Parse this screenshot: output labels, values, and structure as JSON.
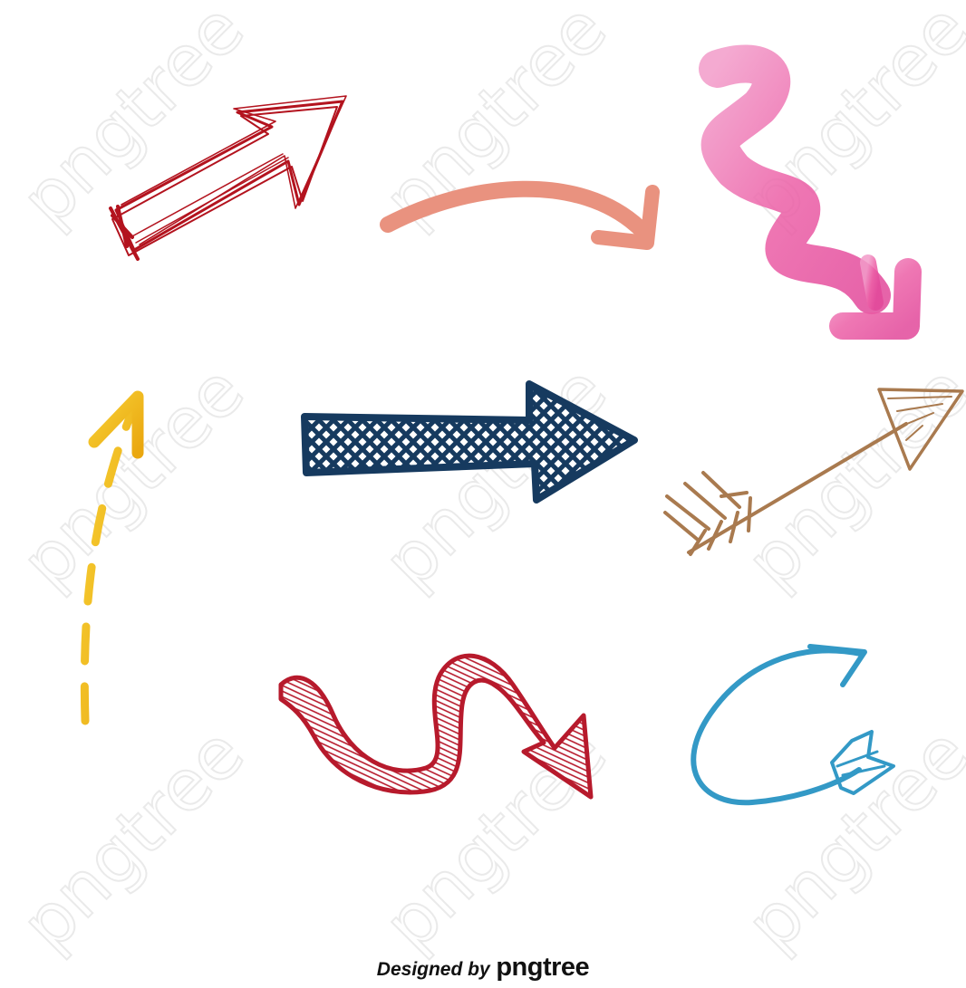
{
  "watermark": {
    "text": "pngtree"
  },
  "credit": {
    "prefix": "Designed by",
    "brand": "pngtree"
  },
  "colors": {
    "red_outline_arrow": "#b3131e",
    "salmon_curved_arrow": "#e9927f",
    "pink_zigzag_arrow": "#ec5fa6",
    "yellow_dashed_arrow": "#f2bf1a",
    "navy_hatched_arrow": "#163a5f",
    "brown_feather_arrow": "#a97a4f",
    "red_s_arrow": "#b71a2c",
    "blue_loop_arrow": "#3399c6",
    "watermark": "#d9d9d9"
  },
  "arrows": [
    {
      "icon": "red-outline-diagonal-arrow-icon"
    },
    {
      "icon": "salmon-curved-arrow-icon"
    },
    {
      "icon": "pink-zigzag-arrow-icon"
    },
    {
      "icon": "yellow-dashed-arrow-icon"
    },
    {
      "icon": "navy-hatched-arrow-icon"
    },
    {
      "icon": "brown-feathered-arrow-icon"
    },
    {
      "icon": "red-s-curve-arrow-icon"
    },
    {
      "icon": "blue-loop-arrow-icon"
    }
  ]
}
